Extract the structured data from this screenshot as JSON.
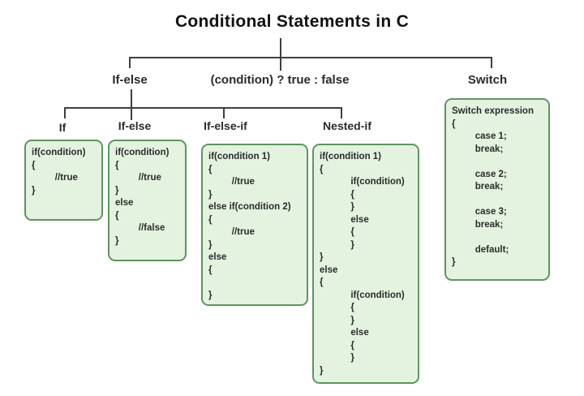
{
  "title": "Conditional Statements in C",
  "nodes": {
    "if_else_parent": "If-else",
    "ternary": "(condition) ? true : false",
    "switch": "Switch",
    "if": "If",
    "if_else": "If-else",
    "if_else_if": "If-else-if",
    "nested_if": "Nested-if"
  },
  "code": {
    "if": "if(condition)\n{\n         //true\n}",
    "if_else": "if(condition)\n{\n         //true\n}\nelse\n{\n         //false\n}",
    "if_else_if": "if(condition 1)\n{\n         //true\n}\nelse if(condition 2)\n{\n         //true\n}\nelse\n{\n\n}",
    "nested_if": "if(condition 1)\n{\n            if(condition)\n            {\n            }\n            else\n            {\n            }\n}\nelse\n{\n            if(condition)\n            {\n            }\n            else\n            {\n            }\n}",
    "switch": "Switch expression\n{\n         case 1;\n         break;\n\n         case 2;\n         break;\n\n         case 3;\n         break;\n\n         default;\n}"
  },
  "colors": {
    "box_fill": "#e3f3e0",
    "box_border": "#60945f",
    "line": "#3f3f3f",
    "text": "#2b2b2b"
  }
}
